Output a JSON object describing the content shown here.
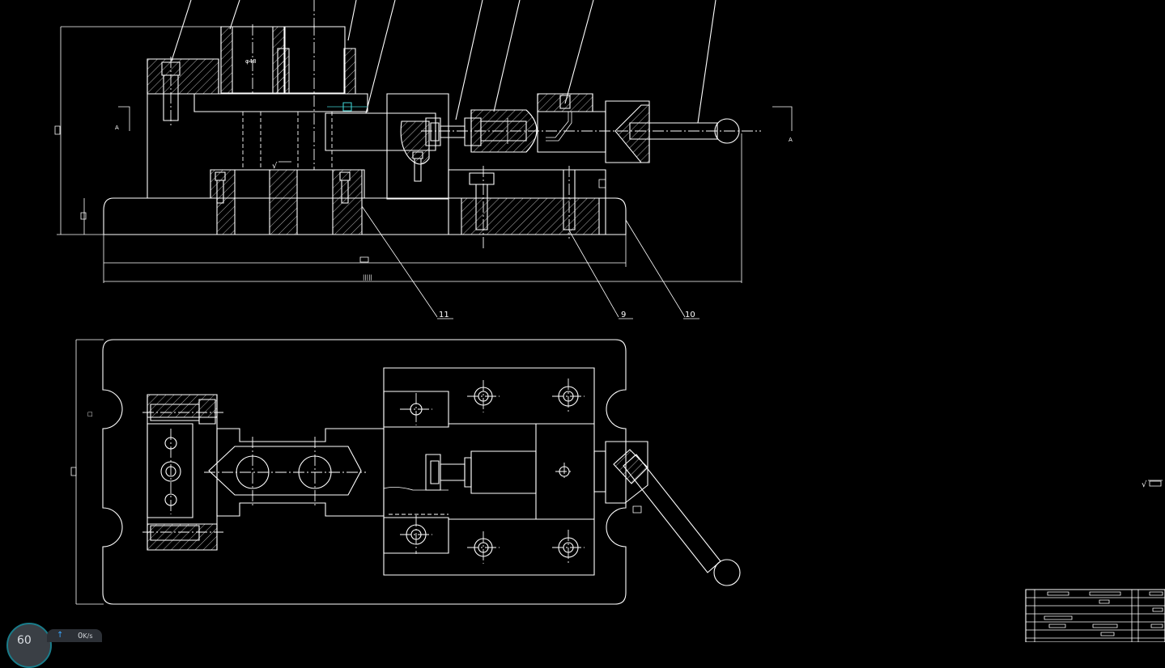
{
  "part_numbers": [
    "11",
    "9",
    "10"
  ],
  "section_marks": [
    "A",
    "A"
  ],
  "dim_marks": [
    "φ48",
    "□",
    "□",
    "|||||"
  ],
  "surface_mark": "√",
  "status_widget": {
    "dial_value": "60",
    "speed_value": "0",
    "speed_unit": "K/s",
    "arrow": "↑"
  }
}
